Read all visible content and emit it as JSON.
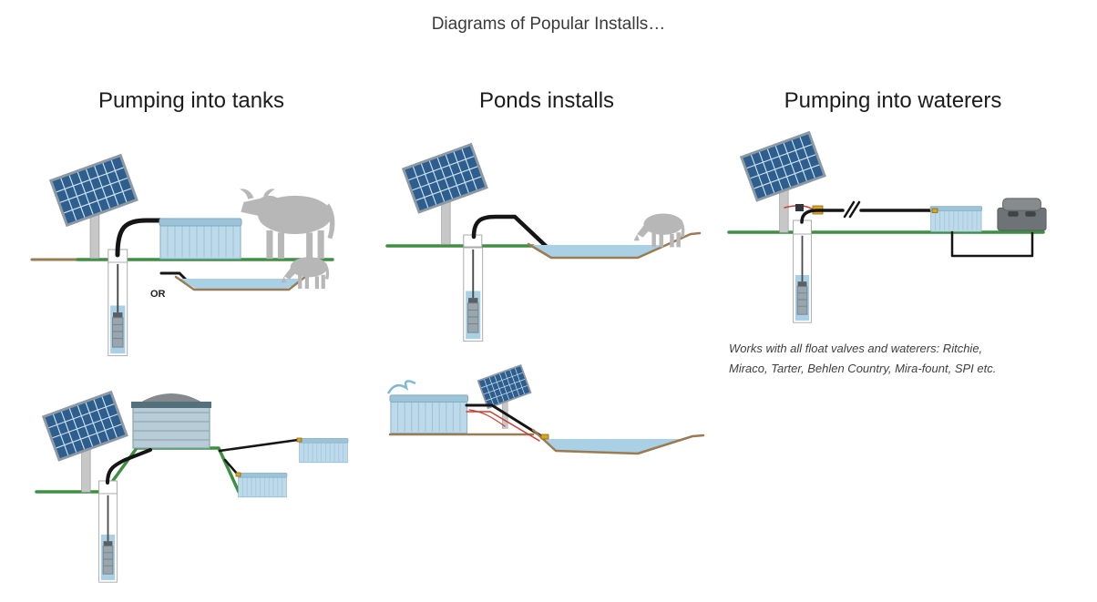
{
  "page": {
    "title": "Diagrams of Popular Installs…"
  },
  "columns": [
    {
      "heading": "Pumping into tanks"
    },
    {
      "heading": "Ponds installs"
    },
    {
      "heading": "Pumping into waterers"
    }
  ],
  "labels": {
    "or": "OR"
  },
  "caption": "Works with all float valves and waterers: Ritchie, Miraco, Tarter, Behlen Country, Mira-fount, SPI etc.",
  "colors": {
    "panel_blue": "#2d5e8e",
    "water": "#a9d0e5",
    "tank_fill": "#bcdaea",
    "tank_line": "#8fb7cc",
    "ground_green": "#3f8f43",
    "ground_brown": "#9b7b52",
    "cow_gray": "#b7b7b7",
    "pipe_black": "#151515",
    "wire_red": "#cc3b33",
    "pole_gray": "#c7c7c7",
    "float_yellow": "#d9a520"
  }
}
